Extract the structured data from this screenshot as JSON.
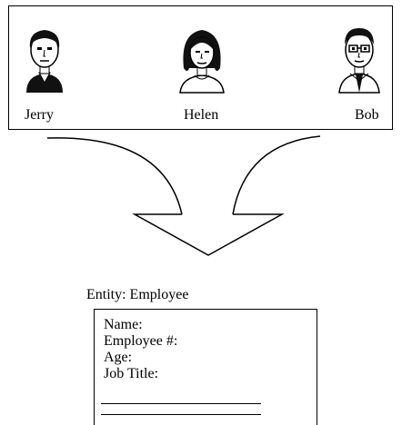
{
  "people": [
    {
      "name": "Jerry",
      "icon": "man-portrait-icon"
    },
    {
      "name": "Helen",
      "icon": "woman-portrait-icon"
    },
    {
      "name": "Bob",
      "icon": "man-with-glasses-portrait-icon"
    }
  ],
  "entity": {
    "title": "Entity:  Employee",
    "fields": [
      "Name:",
      "Employee #:",
      "Age:",
      "Job Title:"
    ]
  }
}
